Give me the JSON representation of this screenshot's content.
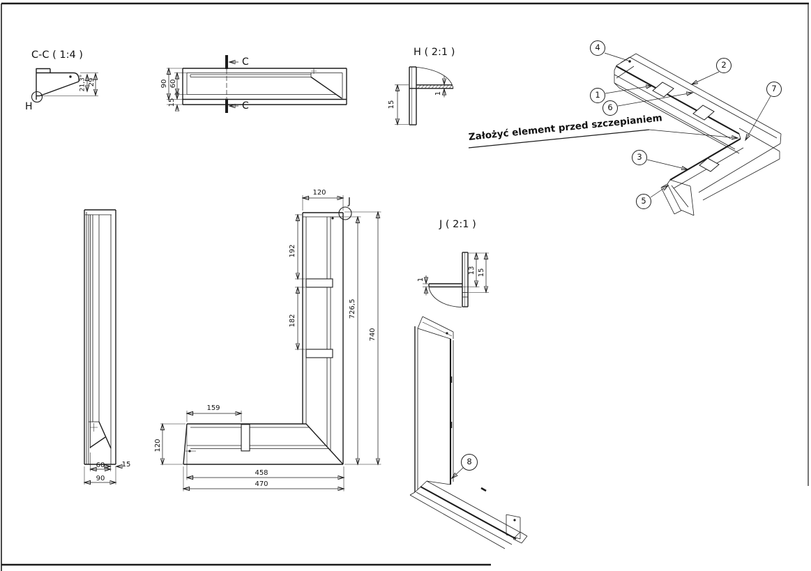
{
  "sheet": {
    "note_label": "Założyć element przed szczepianiem",
    "section_cc": {
      "title": "C-C ( 1:4 )",
      "detail_marker": "H",
      "angle": "21,3°",
      "width": "29"
    },
    "top_view": {
      "cut_top": "C",
      "cut_bottom": "C",
      "h_outer": "90",
      "h_inner": "60",
      "h_flange": "15"
    },
    "detail_h": {
      "title": "H ( 2:1 )",
      "depth": "15",
      "thickness": "1"
    },
    "detail_j": {
      "title": "J ( 2:1 )",
      "thickness": "1",
      "dim_inner": "13",
      "dim_outer": "15"
    },
    "front_view": {
      "detail_marker": "J",
      "width_top": "120",
      "spacing_upper": "192",
      "spacing_lower": "182",
      "height_inner": "726,5",
      "height_total": "740",
      "tab_offset": "159",
      "arm_height": "120",
      "length_inner": "458",
      "length_total": "470"
    },
    "side_view": {
      "w_inner": "60",
      "w_outer": "90",
      "w_flange": "15"
    },
    "balloons": {
      "n1": "1",
      "n2": "2",
      "n3": "3",
      "n4": "4",
      "n5": "5",
      "n6": "6",
      "n7": "7",
      "n8": "8"
    }
  }
}
